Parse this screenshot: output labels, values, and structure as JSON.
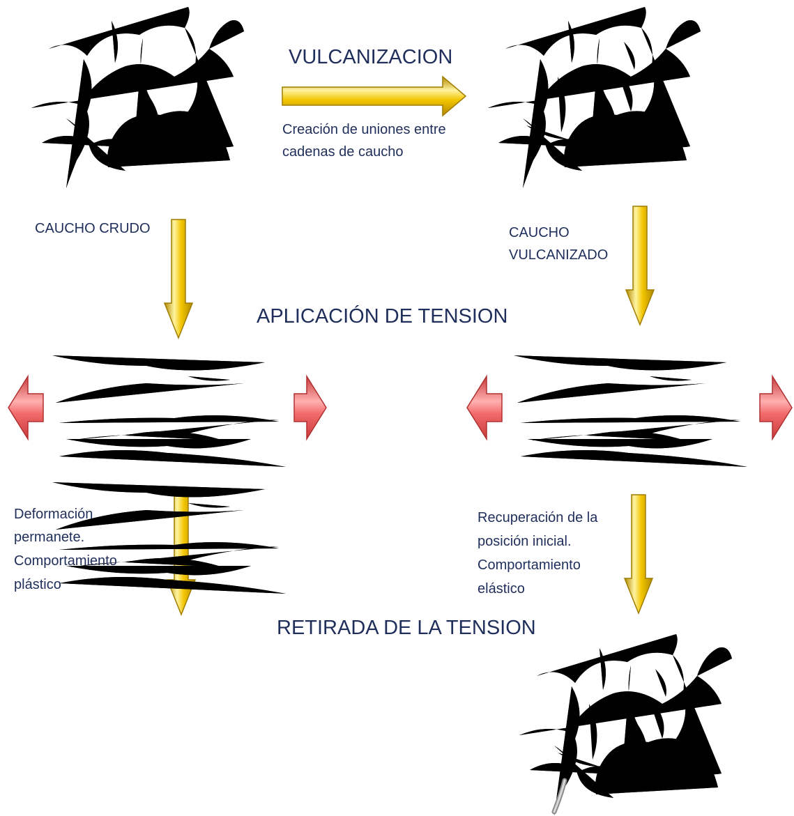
{
  "headings": {
    "vulcanization": "VULCANIZACION",
    "apply_tension": "APLICACIÓN DE TENSION",
    "remove_tension": "RETIRADA DE LA TENSION"
  },
  "notes": {
    "crosslinks_line1": "Creación de uniones entre",
    "crosslinks_line2": "cadenas de caucho",
    "raw_rubber": "CAUCHO CRUDO",
    "vulcanized_line1": "CAUCHO",
    "vulcanized_line2": "VULCANIZADO",
    "plastic_line1": "Deformación",
    "plastic_line2": "permanete.",
    "plastic_line3": "Comportamiento",
    "plastic_line4": "plástico",
    "elastic_line1": "Recuperación de la",
    "elastic_line2": "posición inicial.",
    "elastic_line3": "Comportamiento",
    "elastic_line4": "elástico"
  },
  "colors": {
    "text": "#1f2e5a",
    "arrow_yellow": "#f2c500",
    "arrow_yellow_light": "#fff3a0",
    "arrow_yellow_dark": "#b08a00",
    "arrow_red": "#f26a6a",
    "arrow_red_dark": "#c83a3a",
    "chain_gray": "#8a8a8a"
  },
  "icons": {
    "flow_arrow": "yellow-3d-arrow",
    "pull_arrow": "red-3d-arrow",
    "polymer_network": "tangled-chains",
    "crosslink": "dotted-bridge"
  }
}
